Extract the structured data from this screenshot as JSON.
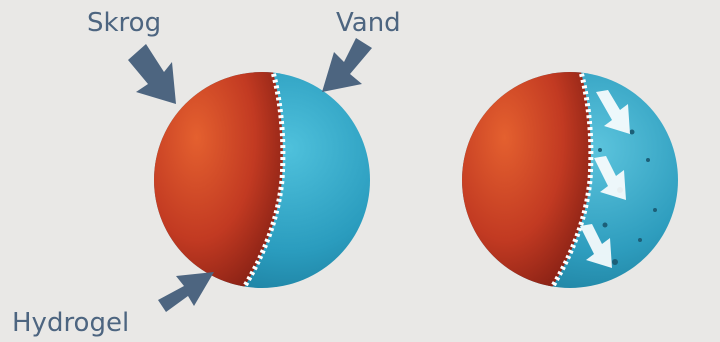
{
  "labels": {
    "shell": "Skrog",
    "water": "Vand",
    "hydrogel": "Hydrogel"
  },
  "colors": {
    "background": "#e9e8e6",
    "label_text": "#4d6580",
    "arrow": "#4d6580",
    "shell_red": "#c9432a",
    "water_blue": "#2fa2c3",
    "hydrogel_edge": "#ffffff"
  }
}
